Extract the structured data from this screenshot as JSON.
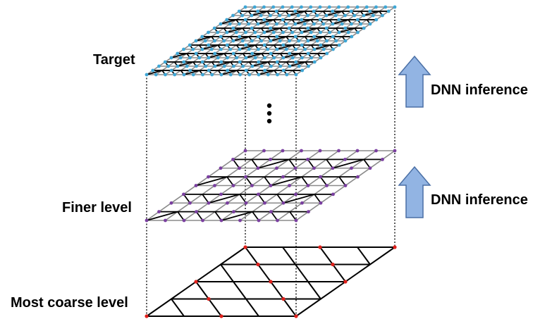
{
  "labels": {
    "target": "Target",
    "finer": "Finer level",
    "coarse": "Most coarse level",
    "inference_top": "DNN inference",
    "inference_bottom": "DNN inference"
  },
  "levels": [
    {
      "name": "target",
      "divisions": 16,
      "node_color": "#3fa7d6",
      "thin_edge_color": "#8a8a8a",
      "thick_edge_color": "#000000"
    },
    {
      "name": "finer",
      "divisions": 8,
      "node_color": "#7a3fa0",
      "thin_edge_color": "#8a8a8a",
      "thick_edge_color": "#000000"
    },
    {
      "name": "coarse",
      "divisions": 4,
      "node_color": "#e0201b",
      "edge_color": "#000000"
    }
  ],
  "colors": {
    "arrow_fill": "#92b4e3",
    "arrow_stroke": "#4a6fa5",
    "connector": "#000000"
  },
  "ellipsis": "vertical-dots"
}
